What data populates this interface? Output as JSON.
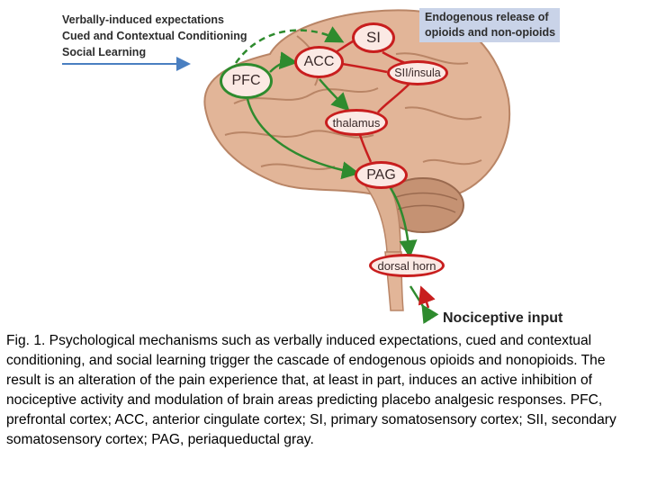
{
  "left_labels": {
    "line1": "Verbally-induced expectations",
    "line2": "Cued and Contextual Conditioning",
    "line3": "Social Learning"
  },
  "opioid_box": {
    "line1": "Endogenous release of",
    "line2": "opioids and non-opioids",
    "fill": "#c9d3e8"
  },
  "nodes": {
    "si": "SI",
    "acc": "ACC",
    "pfc": "PFC",
    "sii": "SII/insula",
    "thalamus": "thalamus",
    "pag": "PAG",
    "dorsal_horn": "dorsal horn"
  },
  "nociceptive_input": "Nociceptive input",
  "colors": {
    "node_border": "#c81e1e",
    "pfc_border": "#2e8b2e",
    "arrow_green": "#2e8b2e",
    "arrow_red": "#c81e1e",
    "arrow_blue": "#4a7fc1",
    "brain": "#e2b598"
  },
  "caption": "Fig. 1. Psychological mechanisms such as verbally induced expectations, cued and contextual conditioning, and social learning trigger the cascade of endogenous opioids and nonopioids. The result is an alteration of the pain experience that, at least in part, induces an active inhibition of nociceptive activity and modulation of brain areas predicting placebo analgesic responses. PFC, prefrontal cortex; ACC, anterior cingulate cortex; SI, primary somatosensory cortex; SII, secondary somatosensory cortex; PAG, periaqueductal gray."
}
